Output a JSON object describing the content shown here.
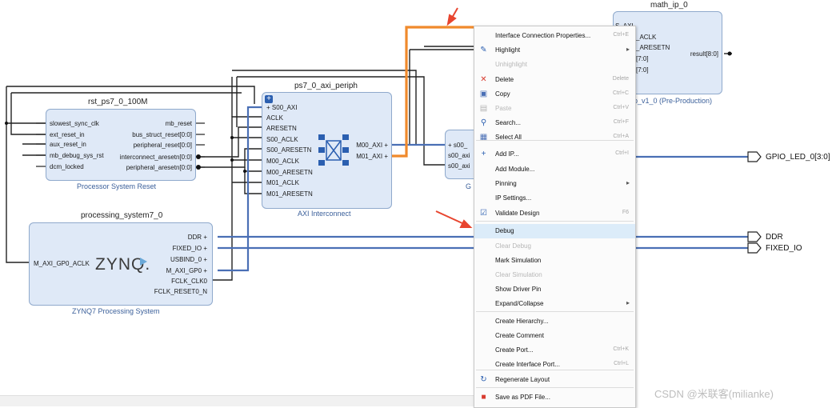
{
  "rst_block": {
    "title": "rst_ps7_0_100M",
    "subtitle": "Processor System Reset",
    "inputs": [
      "slowest_sync_clk",
      "ext_reset_in",
      "aux_reset_in",
      "mb_debug_sys_rst",
      "dcm_locked"
    ],
    "outputs": [
      "mb_reset",
      "bus_struct_reset[0:0]",
      "peripheral_reset[0:0]",
      "interconnect_aresetn[0:0]",
      "peripheral_aresetn[0:0]"
    ]
  },
  "axi_block": {
    "title": "ps7_0_axi_periph",
    "subtitle": "AXI Interconnect",
    "inputs": [
      "S00_AXI",
      "ACLK",
      "ARESETN",
      "S00_ACLK",
      "S00_ARESETN",
      "M00_ACLK",
      "M00_ARESETN",
      "M01_ACLK",
      "M01_ARESETN"
    ],
    "outputs": [
      "M00_AXI",
      "M01_AXI"
    ]
  },
  "ps_block": {
    "title": "processing_system7_0",
    "subtitle": "ZYNQ7 Processing System",
    "logo": "ZYNQ.",
    "input": "M_AXI_GP0_ACLK",
    "outputs": [
      "DDR",
      "FIXED_IO",
      "USBIND_0",
      "M_AXI_GP0",
      "FCLK_CLK0",
      "FCLK_RESET0_N"
    ]
  },
  "gpio_block": {
    "ports": [
      "s00_",
      "s00_axi",
      "s00_axi"
    ],
    "subtitle_fragment": "G"
  },
  "math_block": {
    "title": "math_ip_0",
    "subtitle": "p_v1_0 (Pre-Production)",
    "inputs": [
      "S_AXI",
      "_ACLK",
      "_ARESETN",
      "[7:0]",
      "[7:0]"
    ],
    "output": "result[8:0]"
  },
  "external_ports": {
    "gpio": "GPIO_LED_0[3:0]",
    "ddr": "DDR",
    "fixed_io": "FIXED_IO"
  },
  "context_menu": {
    "items": [
      {
        "label": "Interface Connection Properties...",
        "shortcut": "Ctrl+E",
        "icon": "",
        "enabled": true
      },
      {
        "label": "Highlight",
        "shortcut": "",
        "icon": "highlight-icon",
        "enabled": true,
        "submenu": true
      },
      {
        "label": "Unhighlight",
        "shortcut": "",
        "icon": "",
        "enabled": false
      },
      {
        "label": "Delete",
        "shortcut": "Delete",
        "icon": "delete-icon",
        "enabled": true
      },
      {
        "label": "Copy",
        "shortcut": "Ctrl+C",
        "icon": "copy-icon",
        "enabled": true
      },
      {
        "label": "Paste",
        "shortcut": "Ctrl+V",
        "icon": "paste-icon",
        "enabled": false
      },
      {
        "label": "Search...",
        "shortcut": "Ctrl+F",
        "icon": "search-icon",
        "enabled": true
      },
      {
        "label": "Select All",
        "shortcut": "Ctrl+A",
        "icon": "select-all-icon",
        "enabled": true
      },
      {
        "label": "Add IP...",
        "shortcut": "Ctrl+I",
        "icon": "add-icon",
        "enabled": true
      },
      {
        "label": "Add Module...",
        "shortcut": "",
        "icon": "",
        "enabled": true
      },
      {
        "label": "Pinning",
        "shortcut": "",
        "icon": "",
        "enabled": true,
        "submenu": true
      },
      {
        "label": "IP Settings...",
        "shortcut": "",
        "icon": "",
        "enabled": true
      },
      {
        "label": "Validate Design",
        "shortcut": "F6",
        "icon": "validate-icon",
        "enabled": true
      },
      {
        "label": "Debug",
        "shortcut": "",
        "icon": "",
        "enabled": true,
        "highlighted": true
      },
      {
        "label": "Clear Debug",
        "shortcut": "",
        "icon": "",
        "enabled": false
      },
      {
        "label": "Mark Simulation",
        "shortcut": "",
        "icon": "",
        "enabled": true
      },
      {
        "label": "Clear Simulation",
        "shortcut": "",
        "icon": "",
        "enabled": false
      },
      {
        "label": "Show Driver Pin",
        "shortcut": "",
        "icon": "",
        "enabled": true
      },
      {
        "label": "Expand/Collapse",
        "shortcut": "",
        "icon": "",
        "enabled": true,
        "submenu": true
      },
      {
        "label": "Create Hierarchy...",
        "shortcut": "",
        "icon": "",
        "enabled": true
      },
      {
        "label": "Create Comment",
        "shortcut": "",
        "icon": "",
        "enabled": true
      },
      {
        "label": "Create Port...",
        "shortcut": "Ctrl+K",
        "icon": "",
        "enabled": true
      },
      {
        "label": "Create Interface Port...",
        "shortcut": "Ctrl+L",
        "icon": "",
        "enabled": true
      },
      {
        "label": "Regenerate Layout",
        "shortcut": "",
        "icon": "regenerate-icon",
        "enabled": true
      },
      {
        "label": "Save as PDF File...",
        "shortcut": "",
        "icon": "pdf-icon",
        "enabled": true
      }
    ]
  },
  "watermark": "CSDN @米联客(milianke)",
  "colors": {
    "block_fill": "#dfe9f7",
    "block_border": "#8fa9cc",
    "bus_blue": "#4a6fb5",
    "highlight_orange": "#f08a2c",
    "arrow_red": "#e8452f"
  }
}
